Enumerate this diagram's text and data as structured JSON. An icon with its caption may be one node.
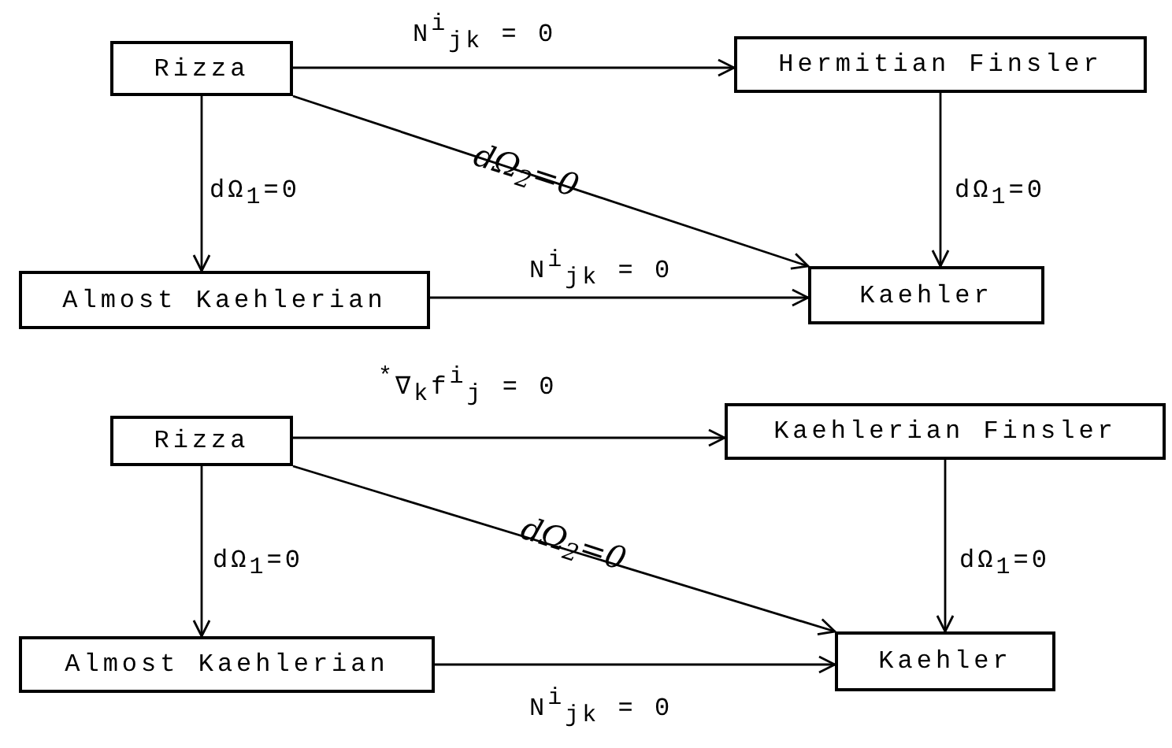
{
  "diagram": {
    "nodes": [
      {
        "text": [
          "Rizza"
        ]
      },
      {
        "text": [
          "Hermitian Finsler"
        ]
      },
      {
        "text": [
          "Almost Kaehlerian"
        ]
      },
      {
        "text": [
          "Kaehler"
        ]
      },
      {
        "text": [
          "Rizza"
        ]
      },
      {
        "text": [
          "Kaehlerian Finsler"
        ]
      },
      {
        "text": [
          "Almost Kaehlerian"
        ]
      },
      {
        "text": [
          "Kaehler"
        ]
      }
    ],
    "edges": [
      {
        "from": 0,
        "to": 1,
        "arrow": "to",
        "label": "N$^{i}$$_{jk}$ = 0"
      },
      {
        "from": 0,
        "to": 3,
        "arrow": "to",
        "label": "dΩ$_{2}$=0"
      },
      {
        "from": 0,
        "to": 2,
        "arrow": "to",
        "label": "dΩ$_{1}$=0"
      },
      {
        "from": 1,
        "to": 3,
        "arrow": "to",
        "label": "dΩ$_{1}$=0"
      },
      {
        "from": 2,
        "to": 3,
        "arrow": "to",
        "label": "N$^{i}$$_{jk}$ = 0"
      },
      {
        "from": 4,
        "to": 5,
        "arrow": "to",
        "label": "$^{*}$∇$_{k}$f$^{i}$$_{j}$ = 0"
      },
      {
        "from": 4,
        "to": 7,
        "arrow": "to",
        "label": "dΩ$_{2}$=0"
      },
      {
        "from": 4,
        "to": 6,
        "arrow": "to",
        "label": "dΩ$_{1}$=0"
      },
      {
        "from": 5,
        "to": 7,
        "arrow": "to",
        "label": "dΩ$_{1}$=0"
      },
      {
        "from": 6,
        "to": 7,
        "arrow": "to",
        "label": "N$^{i}$$_{jk}$ = 0"
      }
    ]
  }
}
